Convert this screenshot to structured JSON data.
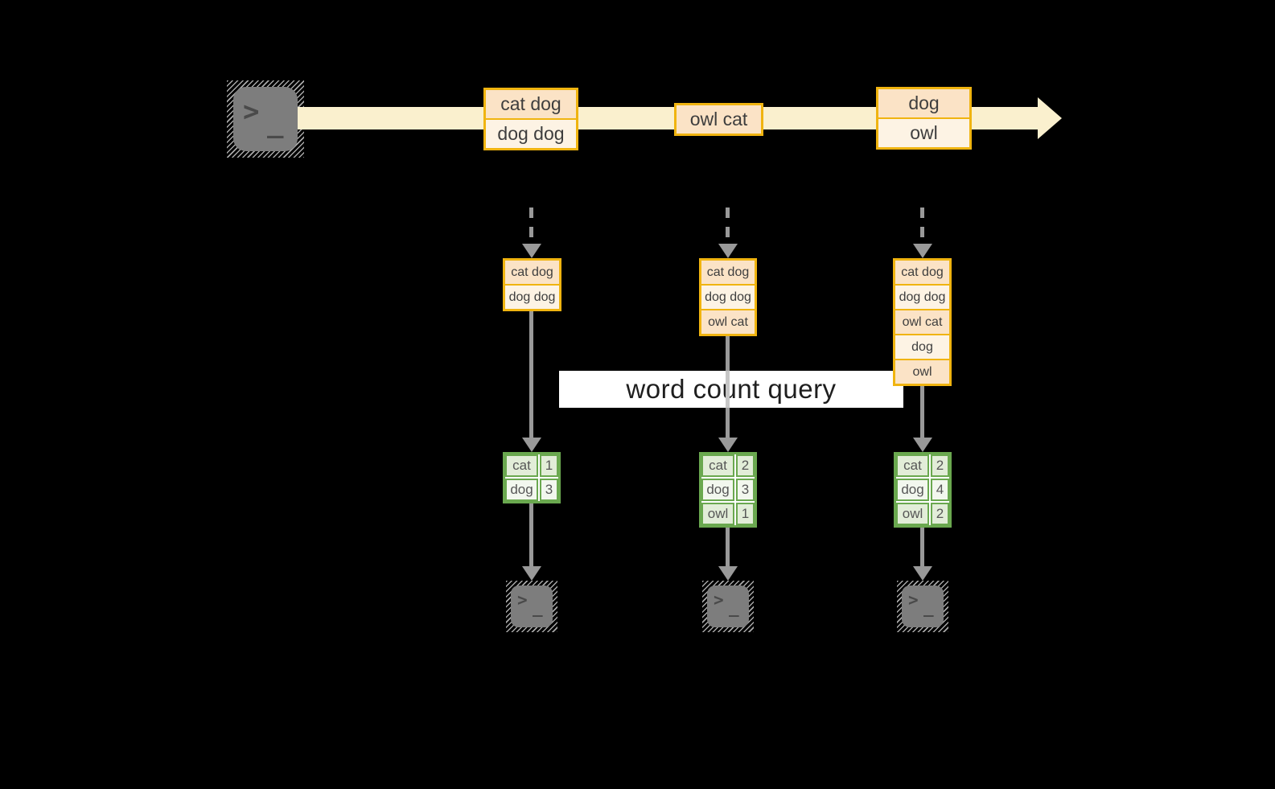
{
  "label": {
    "text": "word count query"
  },
  "icons": {
    "source": "terminal-icon",
    "sink": "terminal-icon",
    "prompt": ">",
    "underscore": "_"
  },
  "colors": {
    "background": "#000000",
    "gold_border": "#f0b410",
    "peach_fill": "#fbe3c6",
    "cream_fill": "#fdf3e4",
    "stream_band": "#faf0ce",
    "green_border": "#6aa84f",
    "green_fill": "#e2edd8",
    "green_fill_light": "#f2f7ee",
    "connector_gray": "#999999",
    "terminal_gray": "#7d7d7d"
  },
  "timeline": {
    "events": [
      {
        "rows": [
          "cat dog",
          "dog dog"
        ]
      },
      {
        "rows": [
          "owl cat"
        ]
      },
      {
        "rows": [
          "dog",
          "owl"
        ]
      }
    ]
  },
  "columns": [
    {
      "stack": [
        "cat dog",
        "dog dog"
      ],
      "counts": [
        {
          "word": "cat",
          "count": "1"
        },
        {
          "word": "dog",
          "count": "3"
        }
      ]
    },
    {
      "stack": [
        "cat dog",
        "dog dog",
        "owl cat"
      ],
      "counts": [
        {
          "word": "cat",
          "count": "2"
        },
        {
          "word": "dog",
          "count": "3"
        },
        {
          "word": "owl",
          "count": "1"
        }
      ]
    },
    {
      "stack": [
        "cat dog",
        "dog dog",
        "owl cat",
        "dog",
        "owl"
      ],
      "counts": [
        {
          "word": "cat",
          "count": "2"
        },
        {
          "word": "dog",
          "count": "4"
        },
        {
          "word": "owl",
          "count": "2"
        }
      ]
    }
  ]
}
